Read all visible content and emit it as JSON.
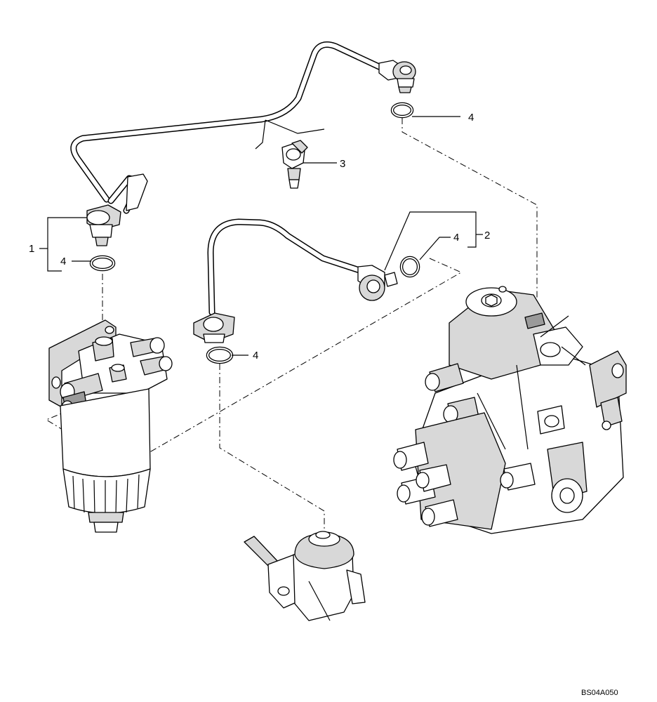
{
  "diagram": {
    "callouts": {
      "item_1": "1",
      "item_2": "2",
      "item_3": "3",
      "item_4_top": "4",
      "item_4_left": "4",
      "item_4_right": "4",
      "item_4_lower": "4"
    },
    "drawing_id": "BS04A050"
  }
}
